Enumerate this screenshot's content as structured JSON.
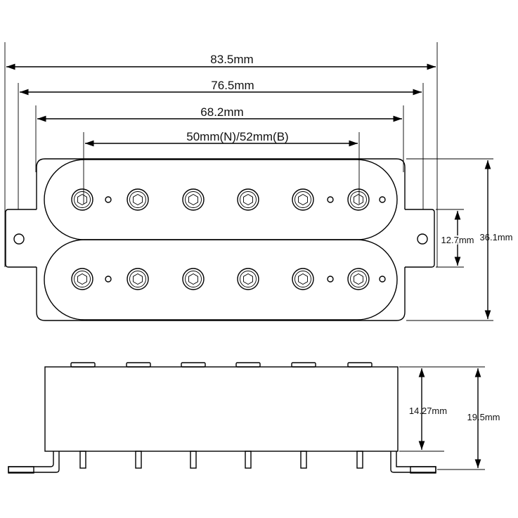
{
  "dimensions": {
    "overall_length": "83.5mm",
    "mount_span": "76.5mm",
    "cover_length": "68.2mm",
    "pole_spacing": "50mm(N)/52mm(B)",
    "height": "36.1mm",
    "leg_width": "12.7mm",
    "body_depth": "14.27mm",
    "total_depth": "19.5mm"
  },
  "icons": {
    "top_view": "humbucker-pickup-top-view",
    "side_view": "humbucker-pickup-side-view",
    "pole_piece": "hex-screw-pole-icon"
  },
  "colors": {
    "line": "#000000",
    "background": "#ffffff"
  }
}
